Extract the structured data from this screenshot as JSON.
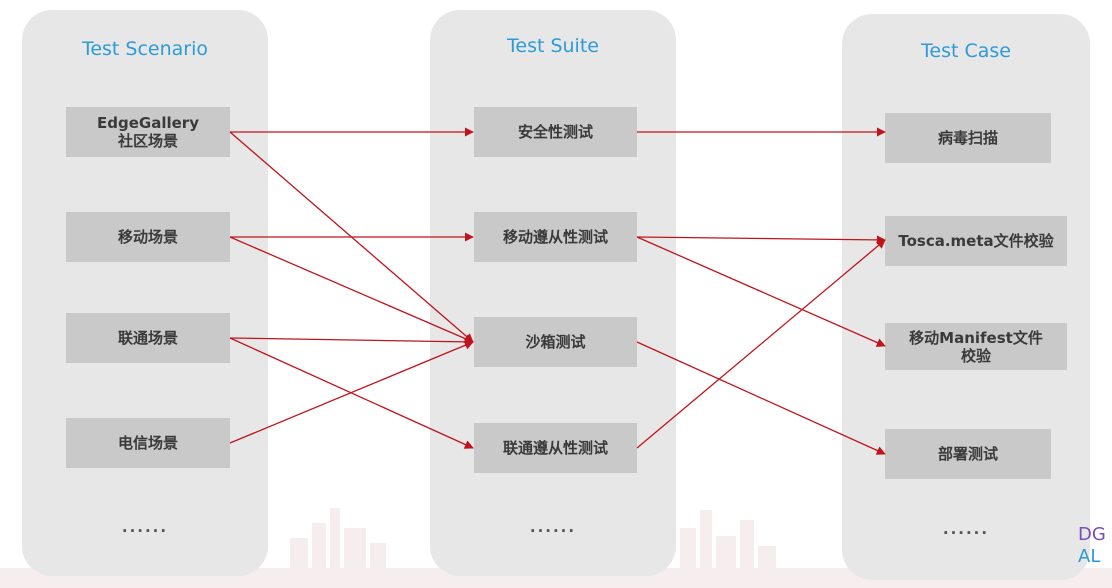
{
  "columns": [
    {
      "id": "scenario",
      "title": "Test Scenario",
      "more": "......"
    },
    {
      "id": "suite",
      "title": "Test Suite",
      "more": "......"
    },
    {
      "id": "case",
      "title": "Test Case",
      "more": "......"
    }
  ],
  "nodes": {
    "scenario": [
      "EdgeGallery\n社区场景",
      "移动场景",
      "联通场景",
      "电信场景"
    ],
    "suite": [
      "安全性测试",
      "移动遵从性测试",
      "沙箱测试",
      "联通遵从性测试"
    ],
    "case": [
      "病毒扫描",
      "Tosca.meta文件校验",
      "移动Manifest文件\n校验",
      "部署测试"
    ]
  },
  "edges": [
    {
      "from": "scenario.0",
      "to": "suite.0"
    },
    {
      "from": "scenario.0",
      "to": "suite.2"
    },
    {
      "from": "scenario.1",
      "to": "suite.1"
    },
    {
      "from": "scenario.1",
      "to": "suite.2"
    },
    {
      "from": "scenario.2",
      "to": "suite.2"
    },
    {
      "from": "scenario.2",
      "to": "suite.3"
    },
    {
      "from": "scenario.3",
      "to": "suite.2"
    },
    {
      "from": "suite.0",
      "to": "case.0"
    },
    {
      "from": "suite.1",
      "to": "case.1"
    },
    {
      "from": "suite.1",
      "to": "case.2"
    },
    {
      "from": "suite.2",
      "to": "case.3"
    },
    {
      "from": "suite.3",
      "to": "case.1"
    }
  ],
  "colors": {
    "edge": "#c0141c",
    "title": "#2e9ad8",
    "column_bg": "#e7e7e7",
    "node_bg": "#c9c9c9"
  },
  "logo": {
    "line1": "DG",
    "line2": "AL"
  }
}
